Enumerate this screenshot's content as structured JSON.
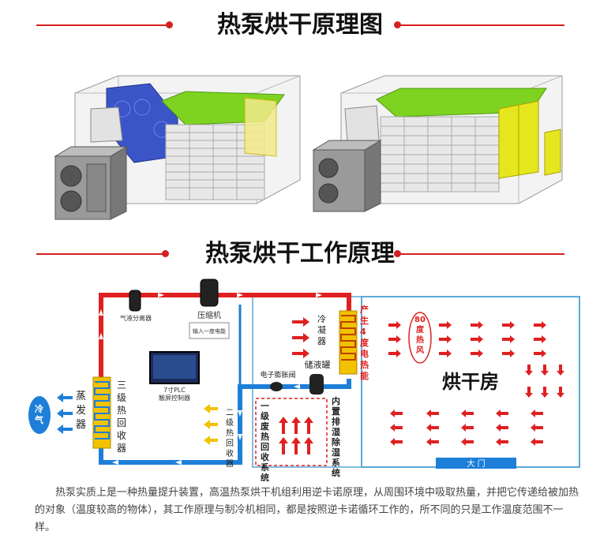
{
  "title1": "热泵烘干原理图",
  "title2": "热泵烘干工作原理",
  "labels": {
    "gas_liquid_separator": "气液分离器",
    "compressor": "压缩机",
    "input_power": "输入一度电能",
    "condenser": "冷凝器",
    "produce_energy": "产生4度电热能",
    "evaporator": "蒸发器",
    "tier3_recovery": "三级热回收器",
    "tier2_recovery": "二级热回收器",
    "plc_controller": "7寸PLC触屏控制器",
    "expansion_valve": "电子膨胀阀",
    "liquid_tank": "储液罐",
    "tier1_recovery": "一级废热回收系统",
    "dehumidify": "内置排湿除湿系统",
    "temp_wind": "80度热风",
    "drying_room": "烘干房",
    "gate": "大 门",
    "cold_air": "冷气"
  },
  "description": "热泵实质上是一种热量提升装置，高温热泵烘干机组利用逆卡诺原理，从周围环境中吸取热量，并把它传递给被加热的对象（温度较高的物体），其工作原理与制冷机相同，都是按照逆卡诺循环工作的，所不同的只是工作温度范围不一样。",
  "colors": {
    "accent_red": "#d42020",
    "pipe_red": "#e02020",
    "pipe_blue": "#1e7fd8",
    "room_border": "#5aa9d8",
    "coil_yellow": "#f2c200",
    "panel_blue": "#3b55c8",
    "roof_green": "#7ed321",
    "door_yellow": "#e6e61e"
  }
}
